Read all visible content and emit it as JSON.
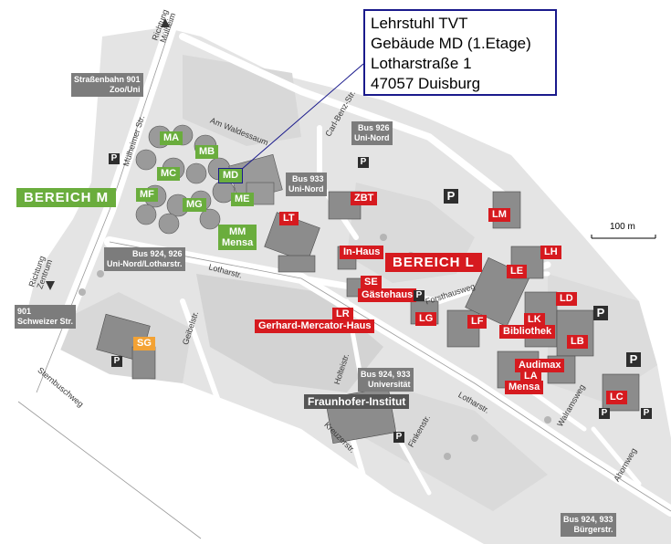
{
  "infobox": {
    "line1": "Lehrstuhl TVT",
    "line2": "Gebäude MD (1.Etage)",
    "line3": "Lotharstraße 1",
    "line4": "47057 Duisburg"
  },
  "areas": {
    "bereich_m": "BEREICH M",
    "bereich_l": "BEREICH L"
  },
  "buildings_m": [
    "MA",
    "MB",
    "MC",
    "MD",
    "MF",
    "MG",
    "ME"
  ],
  "building_mm": {
    "line1": "MM",
    "line2": "Mensa"
  },
  "building_sg": "SG",
  "buildings_l": {
    "lt": "LT",
    "zbt": "ZBT",
    "lm": "LM",
    "inhaus": "In-Haus",
    "lh": "LH",
    "le": "LE",
    "se": "SE",
    "gaestehaus": "Gästehaus",
    "ld": "LD",
    "lr": "LR",
    "gmh": "Gerhard-Mercator-Haus",
    "lg": "LG",
    "lf": "LF",
    "lk": "LK",
    "bibliothek": "Bibliothek",
    "lb": "LB",
    "audimax": "Audimax",
    "la": "LA",
    "mensa": "Mensa",
    "lc": "LC",
    "fraunhofer": "Fraunhofer-Institut"
  },
  "stops": {
    "s901_zoo": {
      "line1": "Straßenbahn 901",
      "line2": "Zoo/Uni"
    },
    "s926": {
      "line1": "Bus 926",
      "line2": "Uni-Nord"
    },
    "s933": {
      "line1": "Bus 933",
      "line2": "Uni-Nord"
    },
    "s924_lothar": {
      "line1": "Bus 924, 926",
      "line2": "Uni-Nord/Lotharstr."
    },
    "s901_schweizer": {
      "line1": "901",
      "line2": "Schweizer Str."
    },
    "s924_uni": {
      "line1": "Bus 924, 933",
      "line2": "Universität"
    },
    "s924_buerger": {
      "line1": "Bus 924, 933",
      "line2": "Bürgerstr."
    }
  },
  "streets": {
    "richtung_muelheim": "Richtung Mülheim",
    "richtung_zentrum": "Richtung Zentrum",
    "muelheimer": "Mülheimer Str.",
    "waldessaum": "Am Waldessaum",
    "carl_benz": "Carl-Benz-Str.",
    "lothar_w": "Lotharstr.",
    "lothar_e": "Lotharstr.",
    "forsthausweg": "Forsthausweg",
    "geibelstr": "Geibelstr.",
    "holteistr": "Holteistr.",
    "kreuzer": "Kreuzerstr.",
    "finkenstr": "Finkenstr.",
    "walramsweg": "Walramsweg",
    "sternbuschweg": "Sternbuschweg",
    "ahornweg": "Ahornweg"
  },
  "parking_label": "P",
  "scale_label": "100 m",
  "colors": {
    "green": "#6aad3d",
    "red": "#d61a1f",
    "orange": "#f3a234",
    "stop_gray": "#7c7c7c",
    "infobox_border": "#1a1a8c"
  }
}
